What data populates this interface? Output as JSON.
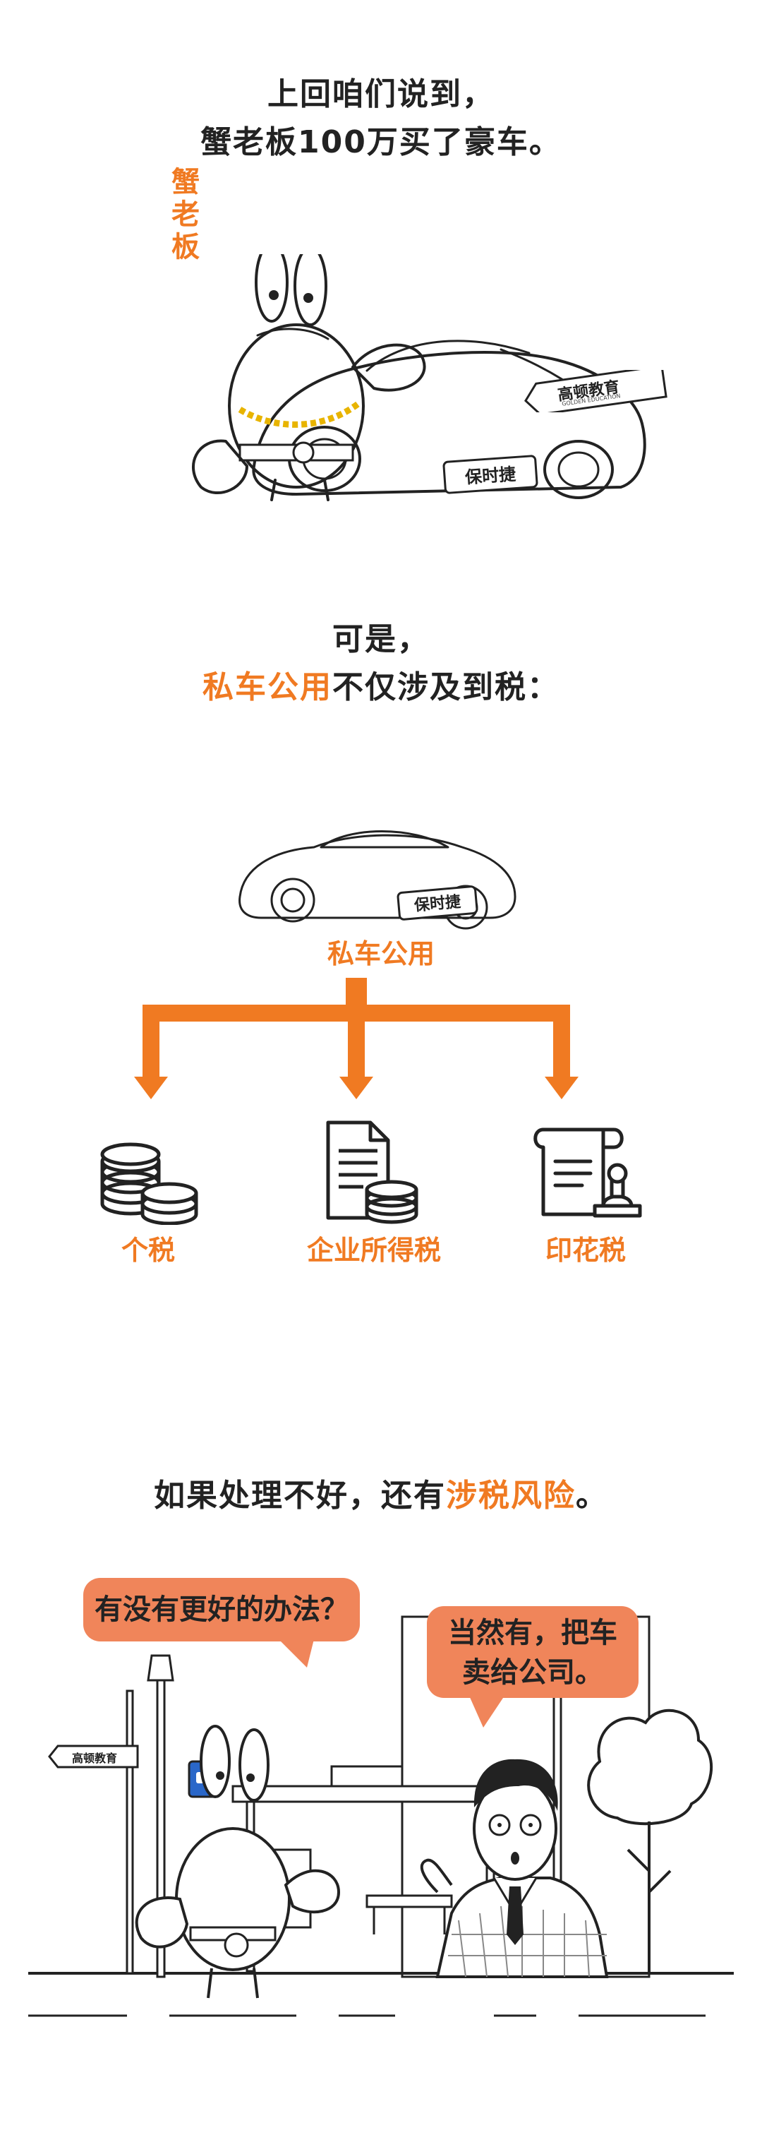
{
  "intro": {
    "line1": "上回咱们说到，",
    "line2": "蟹老板100万买了豪车。"
  },
  "scene1": {
    "character_name": [
      "蟹",
      "老",
      "板"
    ],
    "car_plate": "保时捷",
    "sign": {
      "brand": "高顿教育",
      "sub": "GOLDEN EDUCATION"
    }
  },
  "section2": {
    "line1": "可是，",
    "line2_highlight": "私车公用",
    "line2_rest": "不仅涉及到税："
  },
  "diagram": {
    "car_plate": "保时捷",
    "root_label": "私车公用",
    "branches": [
      {
        "label": "个税",
        "icon": "coin-stack-icon"
      },
      {
        "label": "企业所得税",
        "icon": "document-coins-icon"
      },
      {
        "label": "印花税",
        "icon": "scroll-stamp-icon"
      }
    ]
  },
  "section3": {
    "before": "如果处理不好，还有",
    "highlight": "涉税风险",
    "after": "。"
  },
  "scene2": {
    "bubble_left": "有没有更好的办法？",
    "bubble_right_line1": "当然有，把车",
    "bubble_right_line2": "卖给公司。",
    "sign": {
      "brand": "高顿教育"
    }
  },
  "colors": {
    "accent": "#f07a22",
    "bubble": "#f0855a",
    "ink": "#222222",
    "gold": "#e8b400"
  }
}
